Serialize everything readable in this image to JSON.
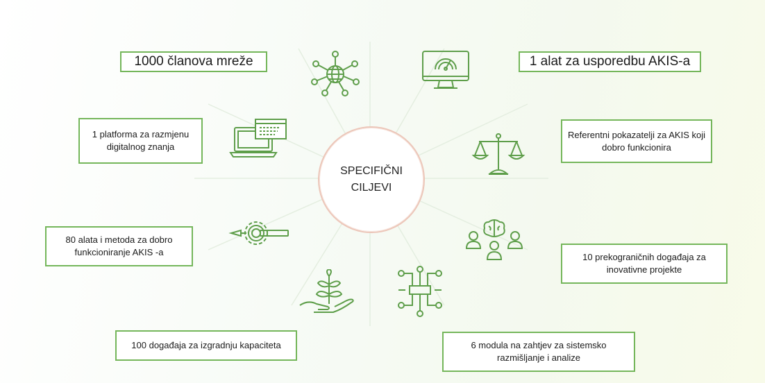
{
  "center": {
    "line1": "SPECIFIČNI",
    "line2": "CILJEVI"
  },
  "goals": {
    "network_members": "1000 članova mreže",
    "akis_tool": "1 alat za usporedbu AKIS-a",
    "platform": "1 platforma za razmjenu digitalnog znanja",
    "benchmarks": "Referentni pokazatelji za AKIS koji dobro funkcionira",
    "tools_methods": "80 alata i metoda za dobro funkcioniranje AKIS -a",
    "crossborder_events": "10 prekograničnih događaja za inovativne projekte",
    "capacity_events": "100 događaja za izgradnju kapaciteta",
    "modules": "6 modula na zahtjev za sistemsko razmišljanje i analize"
  },
  "icons": [
    "network-globe-icon",
    "monitor-gauge-icon",
    "laptop-screens-icon",
    "scales-icon",
    "gear-pen-icon",
    "brain-team-icon",
    "plant-hand-icon",
    "flow-nodes-icon"
  ],
  "colors": {
    "accent_green": "#74b65a",
    "icon_green": "#5e9e4a",
    "circle_border": "#ecc6b9"
  }
}
